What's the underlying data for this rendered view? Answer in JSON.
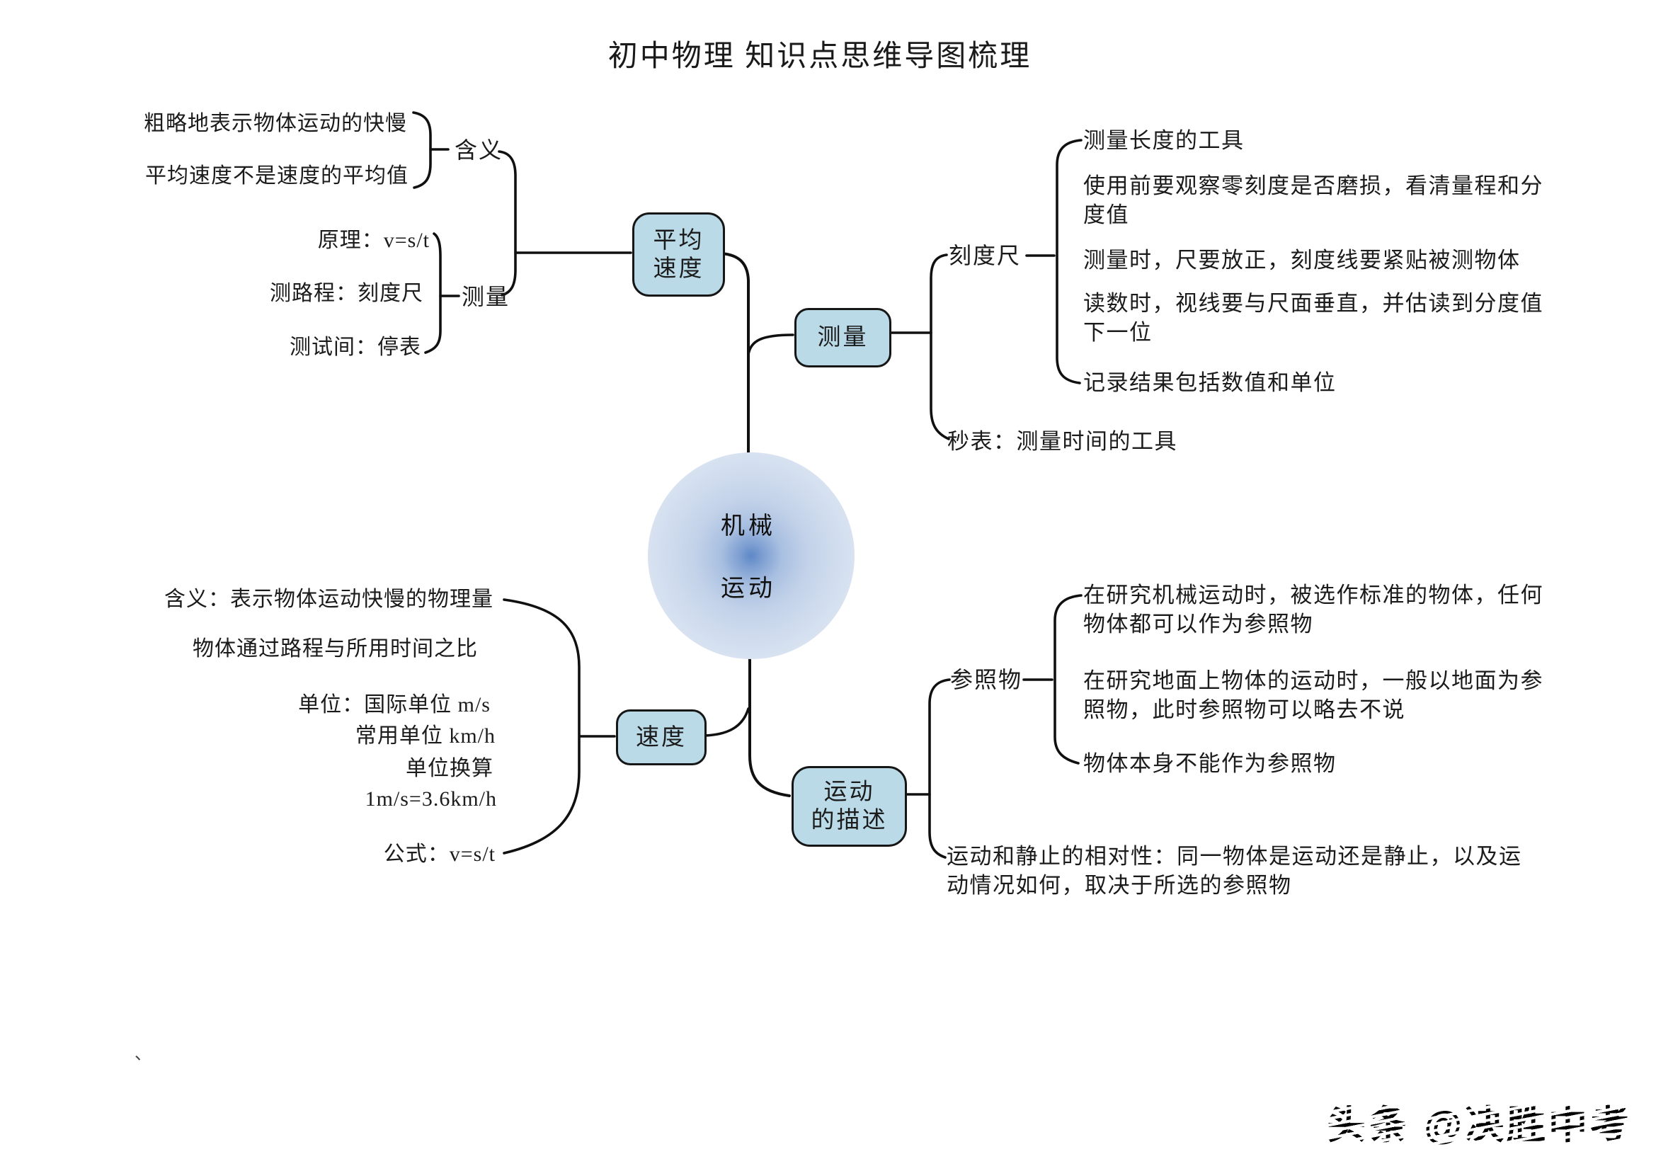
{
  "title": "初中物理 知识点思维导图梳理",
  "center": {
    "line1": "机械",
    "line2": "运动"
  },
  "nodes": {
    "avg_speed": {
      "line1": "平均",
      "line2": "速度"
    },
    "measure": "测量",
    "speed": "速度",
    "motion": {
      "line1": "运动",
      "line2": "的描述"
    }
  },
  "avg_speed_branch": {
    "meaning_label": "含义",
    "meaning_items": [
      "粗略地表示物体运动的快慢",
      "平均速度不是速度的平均值"
    ],
    "measure_label": "测量",
    "measure_items": [
      "原理：v=s/t",
      "测路程：刻度尺",
      "测试间：停表"
    ]
  },
  "measure_branch": {
    "ruler_label": "刻度尺",
    "ruler_items": [
      "测量长度的工具",
      "使用前要观察零刻度是否磨损，看清量程和分度值",
      "测量时，尺要放正，刻度线要紧贴被测物体",
      "读数时，视线要与尺面垂直，并估读到分度值下一位",
      "记录结果包括数值和单位"
    ],
    "stopwatch": "秒表：测量时间的工具"
  },
  "speed_branch": {
    "items": [
      "含义：表示物体运动快慢的物理量",
      "物体通过路程与所用时间之比",
      "单位：国际单位 m/s",
      "常用单位 km/h",
      "单位换算",
      "1m/s=3.6km/h",
      "公式：v=s/t"
    ]
  },
  "motion_branch": {
    "reference_label": "参照物",
    "reference_items": [
      "在研究机械运动时，被选作标准的物体，任何物体都可以作为参照物",
      "在研究地面上物体的运动时，一般以地面为参照物，此时参照物可以略去不说",
      "物体本身不能作为参照物"
    ],
    "relativity": "运动和静止的相对性：同一物体是运动还是静止，以及运动情况如何，取决于所选的参照物"
  },
  "watermark": "头条 @决胜中考",
  "stray_mark": "、",
  "colors": {
    "node_fill": "#badae8",
    "node_border": "#161616",
    "line": "#101010",
    "center_core": "#5e88c7",
    "center_edge": "#d8e2f1"
  }
}
